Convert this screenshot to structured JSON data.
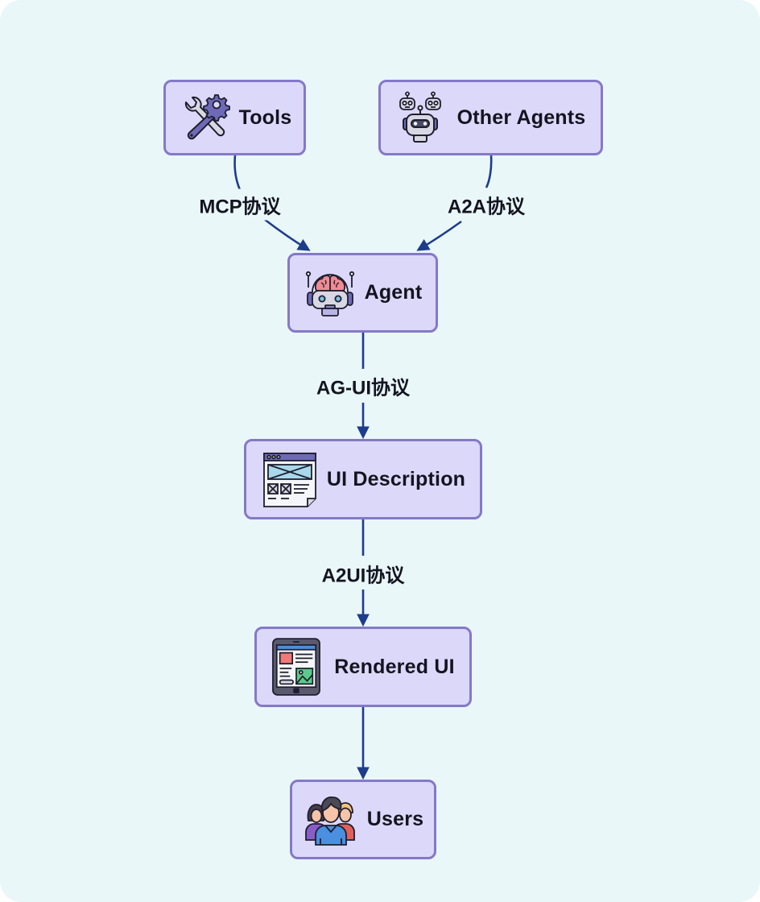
{
  "diagram": {
    "nodes": {
      "tools": {
        "label": "Tools",
        "icon": "tools-icon"
      },
      "other_agents": {
        "label": "Other Agents",
        "icon": "robots-icon"
      },
      "agent": {
        "label": "Agent",
        "icon": "brain-robot-icon"
      },
      "ui_description": {
        "label": "UI Description",
        "icon": "wireframe-icon"
      },
      "rendered_ui": {
        "label": "Rendered UI",
        "icon": "tablet-ui-icon"
      },
      "users": {
        "label": "Users",
        "icon": "users-icon"
      }
    },
    "edges": [
      {
        "from": "tools",
        "to": "agent",
        "label": "MCP协议"
      },
      {
        "from": "other_agents",
        "to": "agent",
        "label": "A2A协议"
      },
      {
        "from": "agent",
        "to": "ui_description",
        "label": "AG-UI协议"
      },
      {
        "from": "ui_description",
        "to": "rendered_ui",
        "label": "A2UI协议"
      },
      {
        "from": "rendered_ui",
        "to": "users",
        "label": ""
      }
    ],
    "colors": {
      "background": "#e9f7f9",
      "node_fill": "#dcd8fa",
      "node_border": "#8579c6",
      "arrow": "#1e3c8c",
      "text": "#141420"
    }
  }
}
